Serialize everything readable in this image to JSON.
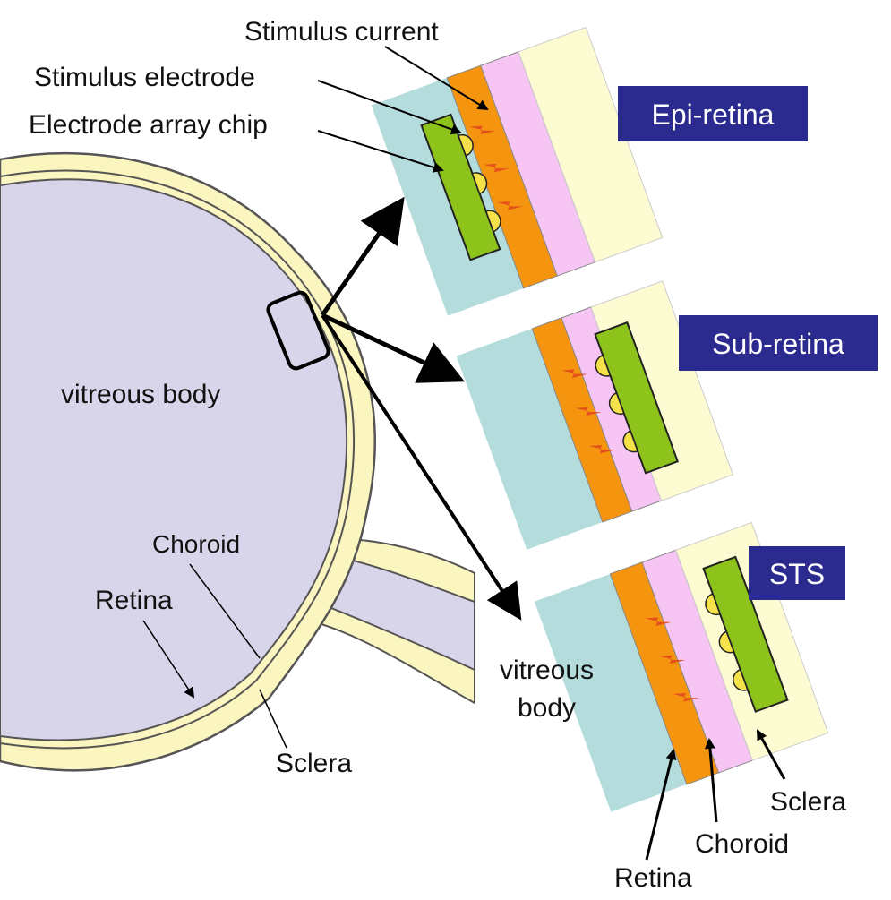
{
  "colors": {
    "vitreous": "#d8d5ea",
    "sclera": "#fbf5bf",
    "retina_layer": "#f5950f",
    "choroid_layer": "#f6c5f4",
    "vitreous_layer": "#b4dcdc",
    "chip": "#8ec31c",
    "electrode": "#f5e24a",
    "spark": "#e4501c",
    "badge": "#2b2a8e",
    "badge_text": "#ffffff"
  },
  "labels": {
    "stimulus_current": "Stimulus current",
    "stimulus_electrode": "Stimulus electrode",
    "electrode_array_chip": "Electrode array chip",
    "vitreous_body": "vitreous body",
    "choroid": "Choroid",
    "retina": "Retina",
    "sclera": "Sclera"
  },
  "badges": {
    "epi": "Epi-retina",
    "sub": "Sub-retina",
    "sts": "STS"
  },
  "sts_panel": {
    "vitreous_line1": "vitreous",
    "vitreous_line2": "body",
    "retina": "Retina",
    "choroid": "Choroid",
    "sclera": "Sclera"
  }
}
